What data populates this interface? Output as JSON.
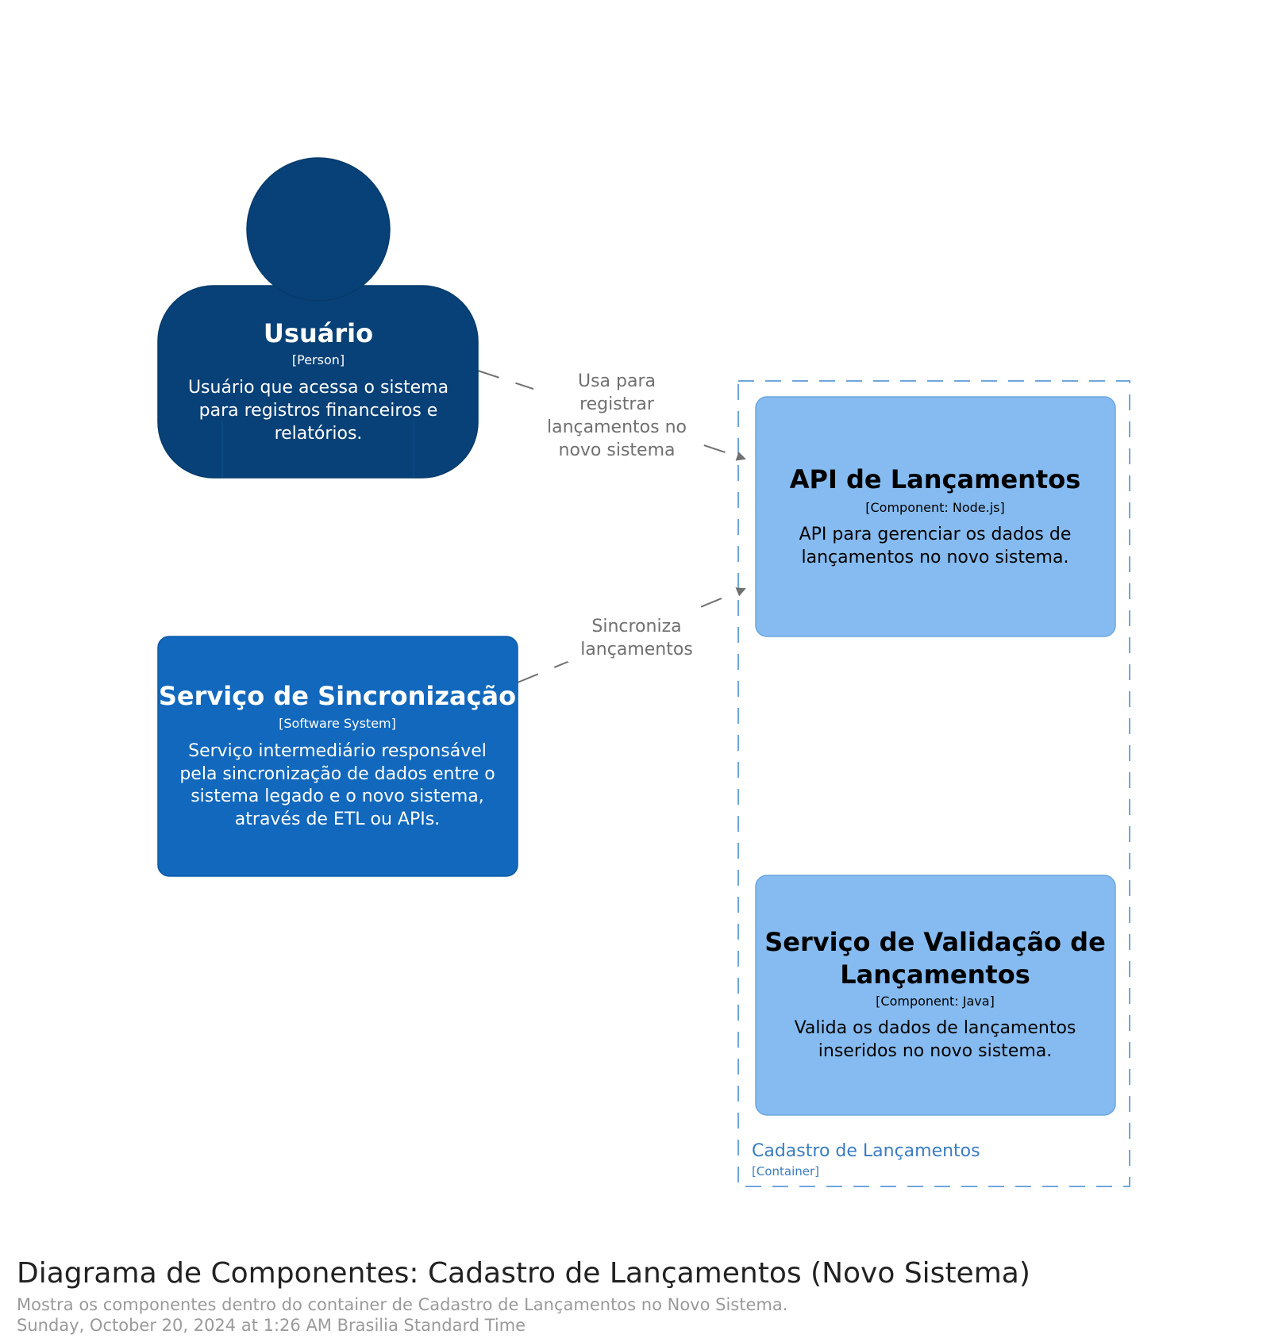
{
  "elements": {
    "usuario": {
      "name": "Usuário",
      "type": "[Person]",
      "description": [
        "Usuário que acessa o sistema",
        "para registros financeiros e",
        "relatórios."
      ]
    },
    "sync": {
      "name": "Serviço de Sincronização",
      "type": "[Software System]",
      "description": [
        "Serviço intermediário responsável",
        "pela sincronização de dados entre o",
        "sistema legado e o novo sistema,",
        "através de ETL ou APIs."
      ]
    },
    "api": {
      "name": "API de Lançamentos",
      "type": "[Component: Node.js]",
      "description": [
        "API para gerenciar os dados de",
        "lançamentos no novo sistema."
      ]
    },
    "validation": {
      "name_lines": [
        "Serviço de Validação de",
        "Lançamentos"
      ],
      "type": "[Component: Java]",
      "description": [
        "Valida os dados de lançamentos",
        "inseridos no novo sistema."
      ]
    }
  },
  "boundary": {
    "name": "Cadastro de Lançamentos",
    "type": "[Container]"
  },
  "relationships": {
    "usuario_to_api": [
      "Usa para",
      "registrar",
      "lançamentos no",
      "novo sistema"
    ],
    "sync_to_api": [
      "Sincroniza",
      "lançamentos"
    ]
  },
  "colors": {
    "person": "#084177",
    "software_system": "#1168bd",
    "component": "#85bbf0",
    "component_border": "#6fa6dc",
    "boundary": "#6fa6dc",
    "boundary_text": "#3a7cc2",
    "relationship": "#707070"
  },
  "footer": {
    "title": "Diagrama de Componentes: Cadastro de Lançamentos (Novo Sistema)",
    "description": "Mostra os componentes dentro do container de Cadastro de Lançamentos no Novo Sistema.",
    "date": "Sunday, October 20, 2024 at 1:26 AM Brasilia Standard Time"
  }
}
